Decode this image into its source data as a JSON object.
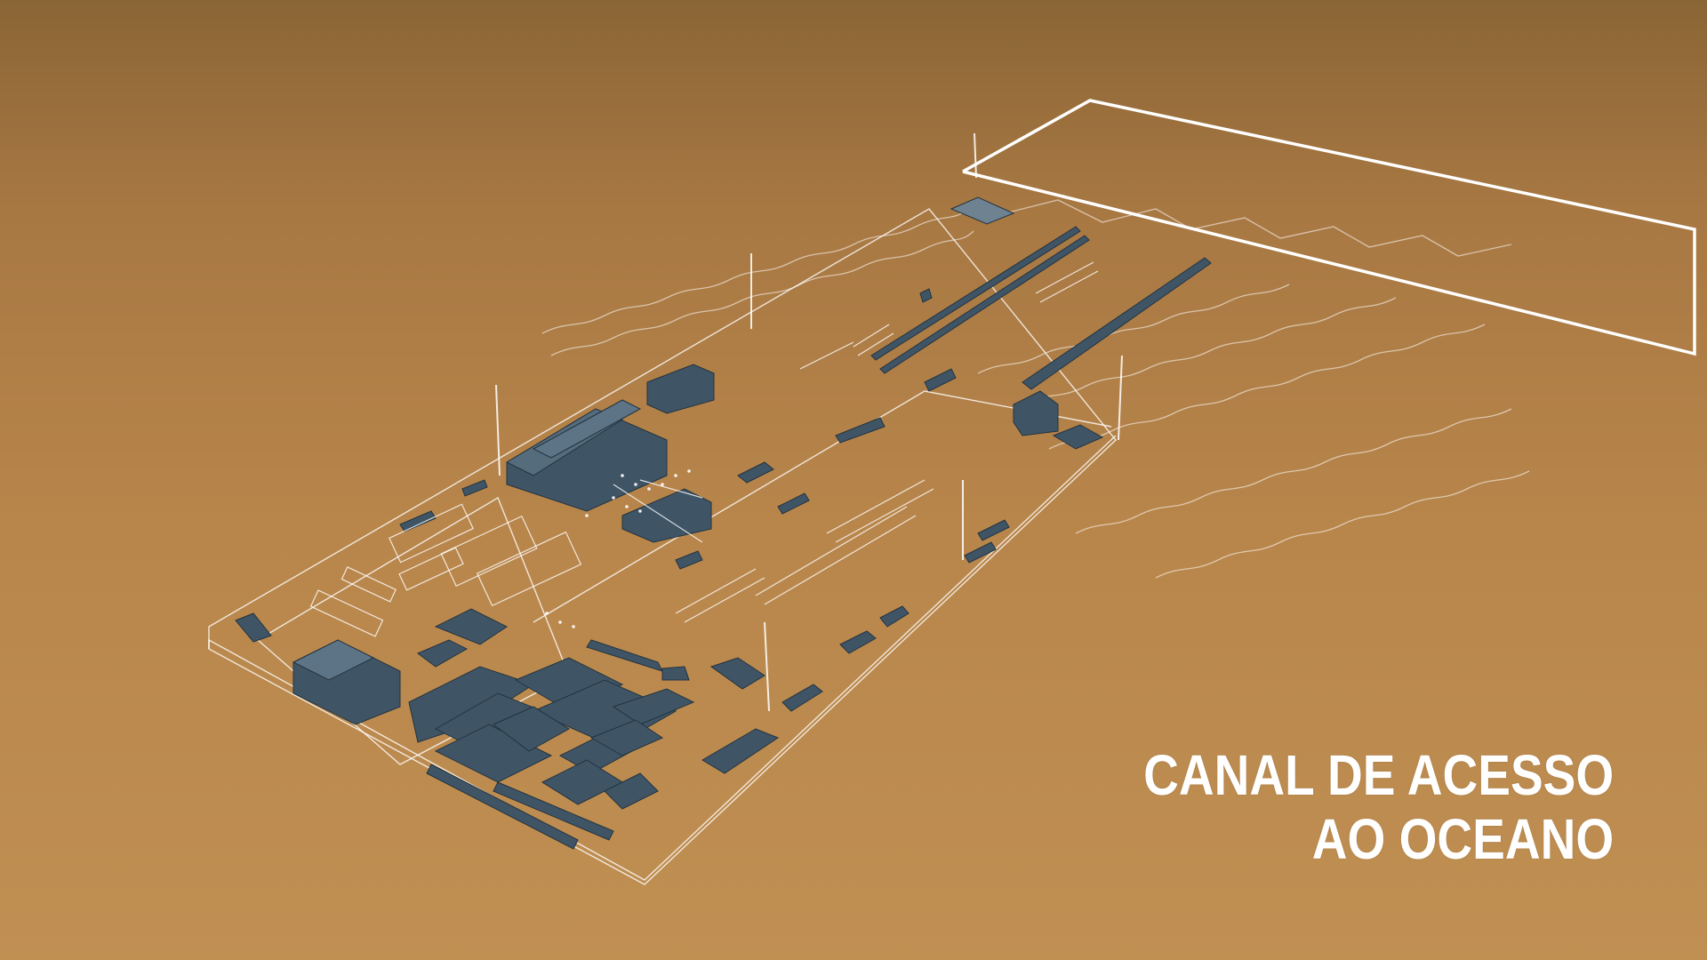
{
  "scene": {
    "description_icon": "industrial-site-3d-render",
    "background_color_top": "#8a6535",
    "background_color_bottom": "#c08f52",
    "building_color": "#3f5566",
    "outline_color": "#ffffff"
  },
  "caption": {
    "line1": "CANAL DE ACESSO",
    "line2": "AO OCEANO"
  }
}
